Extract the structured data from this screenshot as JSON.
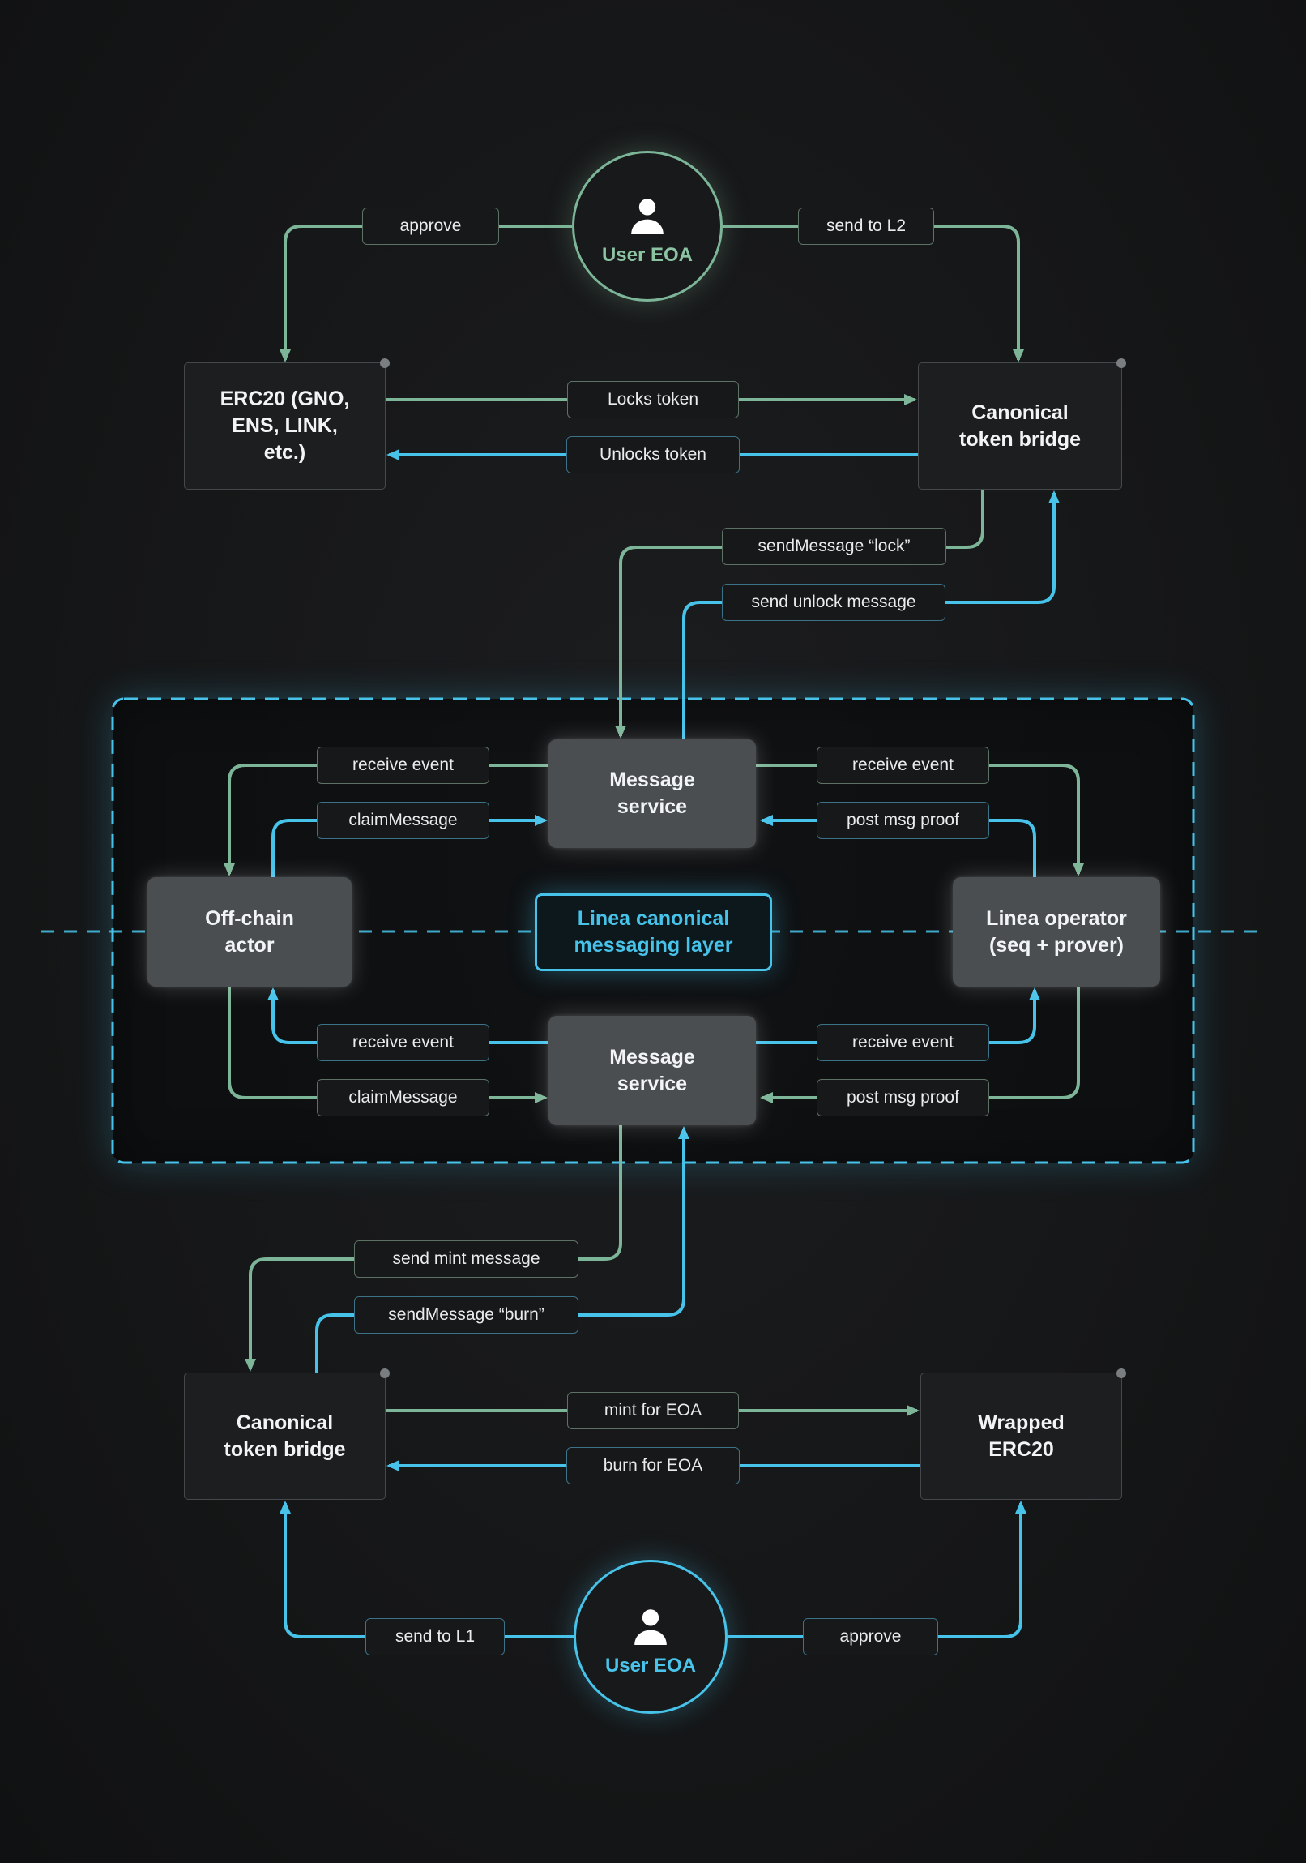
{
  "colors": {
    "green": "#7db598",
    "cyan": "#47c3ea",
    "bg": "#161718"
  },
  "icons": {
    "user": "person-icon"
  },
  "nodes": {
    "user_eoa_top": "User EOA",
    "erc20": "ERC20 (GNO, ENS, LINK, etc.)",
    "canonical_bridge_top": "Canonical token bridge",
    "message_service_top": "Message service",
    "off_chain_actor": "Off-chain actor",
    "linea_layer": "Linea canonical messaging layer",
    "linea_operator": "Linea operator (seq + prover)",
    "message_service_bottom": "Message service",
    "canonical_bridge_bottom": "Canonical token bridge",
    "wrapped_erc20": "Wrapped ERC20",
    "user_eoa_bottom": "User EOA"
  },
  "edge_labels": {
    "approve_top": "approve",
    "send_to_l2": "send to L2",
    "locks_token": "Locks token",
    "unlocks_token": "Unlocks token",
    "send_message_lock": "sendMessage “lock”",
    "send_unlock_message": "send unlock message",
    "receive_event_tl": "receive event",
    "claim_message_top": "claimMessage",
    "receive_event_tr": "receive event",
    "post_msg_proof_top": "post msg proof",
    "receive_event_bl": "receive event",
    "claim_message_bottom": "claimMessage",
    "receive_event_br": "receive event",
    "post_msg_proof_bottom": "post msg proof",
    "send_mint_message": "send mint message",
    "send_message_burn": "sendMessage “burn”",
    "mint_for_eoa": "mint for EOA",
    "burn_for_eoa": "burn for EOA",
    "send_to_l1": "send to L1",
    "approve_bottom": "approve"
  }
}
